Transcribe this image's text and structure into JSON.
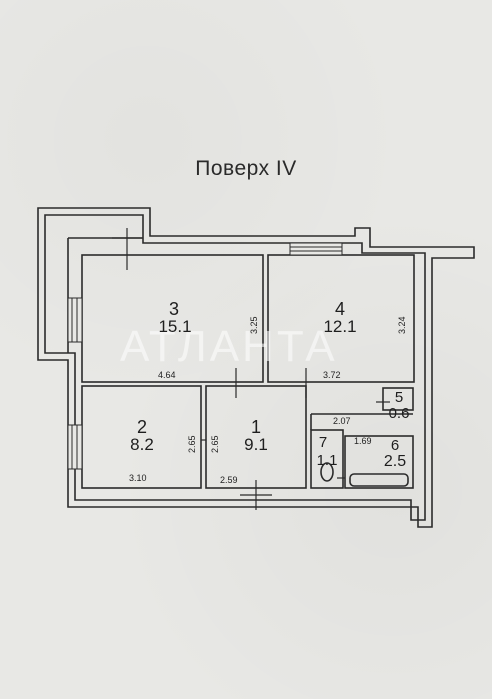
{
  "title": "Поверх IV",
  "watermark": "АТЛАНТА",
  "rooms": [
    {
      "number": "1",
      "area": "9.1"
    },
    {
      "number": "2",
      "area": "8.2"
    },
    {
      "number": "3",
      "area": "15.1"
    },
    {
      "number": "4",
      "area": "12.1"
    },
    {
      "number": "5",
      "area": "0.6"
    },
    {
      "number": "6",
      "area": "2.5"
    },
    {
      "number": "7",
      "area": "1.1"
    }
  ],
  "dimensions": {
    "r3_width": "4.64",
    "r3_height": "3.25",
    "r4_width": "3.72",
    "r4_height": "3.24",
    "r2_width": "3.10",
    "r2_height": "2.65",
    "r1_height": "2.65",
    "r1_width": "2.59",
    "corridor_width": "2.07",
    "bath_width": "1.69"
  },
  "colors": {
    "ink": "#2b2b2b",
    "paper": "#e8e8e5"
  }
}
